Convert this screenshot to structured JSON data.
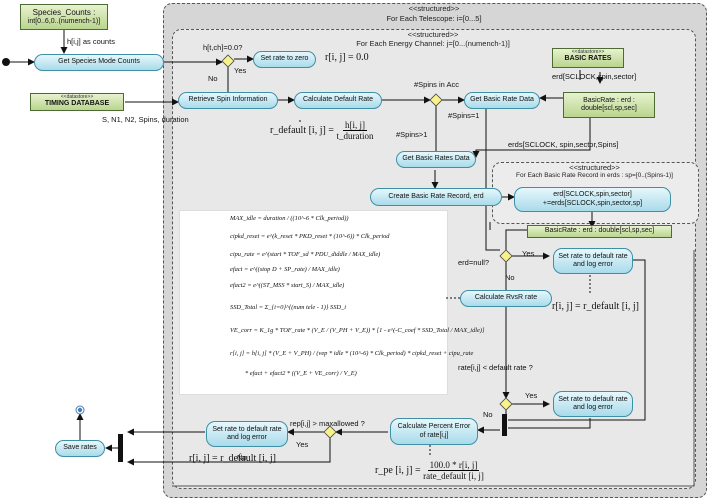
{
  "outer_region": {
    "stereotype": "<<structured>>",
    "title": "For Each Telescope: i=[0...5]"
  },
  "energy_region": {
    "stereotype": "<<structured>>",
    "title": "For Each Energy Channel: j=[0...(numench-1)]"
  },
  "record_region": {
    "stereotype": "<<structured>>",
    "title": "For Each Basic Rate Record in erds : sp=[0..(Spins-1)]"
  },
  "species_counts": {
    "title": "Species_Counts :",
    "subtitle": "int[0..6,0..(numench-1)]"
  },
  "timing_db": {
    "stereotype": "<<datastore>>",
    "name": "TIMING DATABASE"
  },
  "basic_rates_store": {
    "stereotype": "<<datastore>>",
    "name": "BASIC RATES"
  },
  "basic_rate_pin": {
    "line1": "BasicRate : erd :",
    "line2": "double[scl,sp,sec]"
  },
  "basic_rate_pin2": {
    "text": "BasicRate : erd : double[scl,sp,sec]"
  },
  "actions": {
    "get_species": "Get Species Mode Counts",
    "set_zero": "Set rate to zero",
    "retrieve_spin": "Retrieve Spin Information",
    "calc_default": "Calculate Default Rate",
    "get_basic": "Get Basic Rate Data",
    "get_basic_plural": "Get Basic Rates Data",
    "create_record": "Create Basic Rate Record, erd",
    "accumulate": "erd[SCLOCK,spin,sector]\n+=erds[SCLOCK,spin,sector,sp]",
    "set_default_1": "Set rate to default rate and log error",
    "calc_rvsr": "Calculate RvsR rate",
    "set_default_2": "Set rate to default rate and log error",
    "calc_percent": "Calculate Percent Error of rate[i,j]",
    "set_default_3": "Set rate to default rate and log error",
    "save": "Save rates"
  },
  "labels": {
    "hij_counts": "h[i,j] as counts",
    "htch": "h[t,ch]=0.0?",
    "yes1": "Yes",
    "no1": "No",
    "spins_in_acc": "#Spins in Acc",
    "spins_eq1": "#Spins=1",
    "spins_gt1": "#Spins>1",
    "erd_sclock": "erd[SCLOCK,spin,sector]",
    "erds_sclock": "erds[SCLOCK, spin,sector,Spins]",
    "timing_outputs": "S, N1, N2, Spins, duration",
    "erd_null": "erd=null?",
    "yes2": "Yes",
    "no2": "No",
    "rate_lt": "rate[i,j] < default rate ?",
    "yes3": "Yes",
    "no3": "No",
    "rep_gt": "rep[i,j] > maxallowed ?",
    "yes4": "Yes",
    "no4": "No"
  },
  "equations": {
    "r_zero": "r[i, j] = 0.0",
    "r_default_lhs": "r_default [i, j] =",
    "r_default_num": "h[i, j]",
    "r_default_den": "t_duration",
    "r_eq_default_1": "r[i, j] = r_default [i, j]",
    "r_eq_default_2": "r[i, j] = r_default [i, j]",
    "rpe_lhs": "r_pe [i, j] =",
    "rpe_num": "100.0 * r[i, j]",
    "rpe_den": "rate_default [i, j]"
  },
  "formulas": [
    "MAX_idle = duration / ((10^-6 * Clk_period))",
    "cipkd_reset = e^(k_reset * PKD_reset * (10^-6)) * Clk_period",
    "cipu_rate = e^(start * TOF_sd * PDU_diddle / MAX_idle)",
    "efact = e^((stop D + SP_rate) / MAX_idle)",
    "efact2 = e^((ST_MSS * start_S) / MAX_idle)",
    "SSD_Total = Σ_{i=0}^{(num tele - 1)} SSD_i",
    "VE_corr = K_1g * TOF_rate * (V_E / (V_PH + V_E)) * [1 - e^(-C_coef * SSD_Total / MAX_idle)]",
    "r[i, j] = h[i, j] * (V_E + V_PH) / (vep * idle * (10^-6) * Clk_period) * cipkd_reset + cipu_rate",
    "* efact + efact2 * ((V_E + VE_corr) / V_E)"
  ]
}
